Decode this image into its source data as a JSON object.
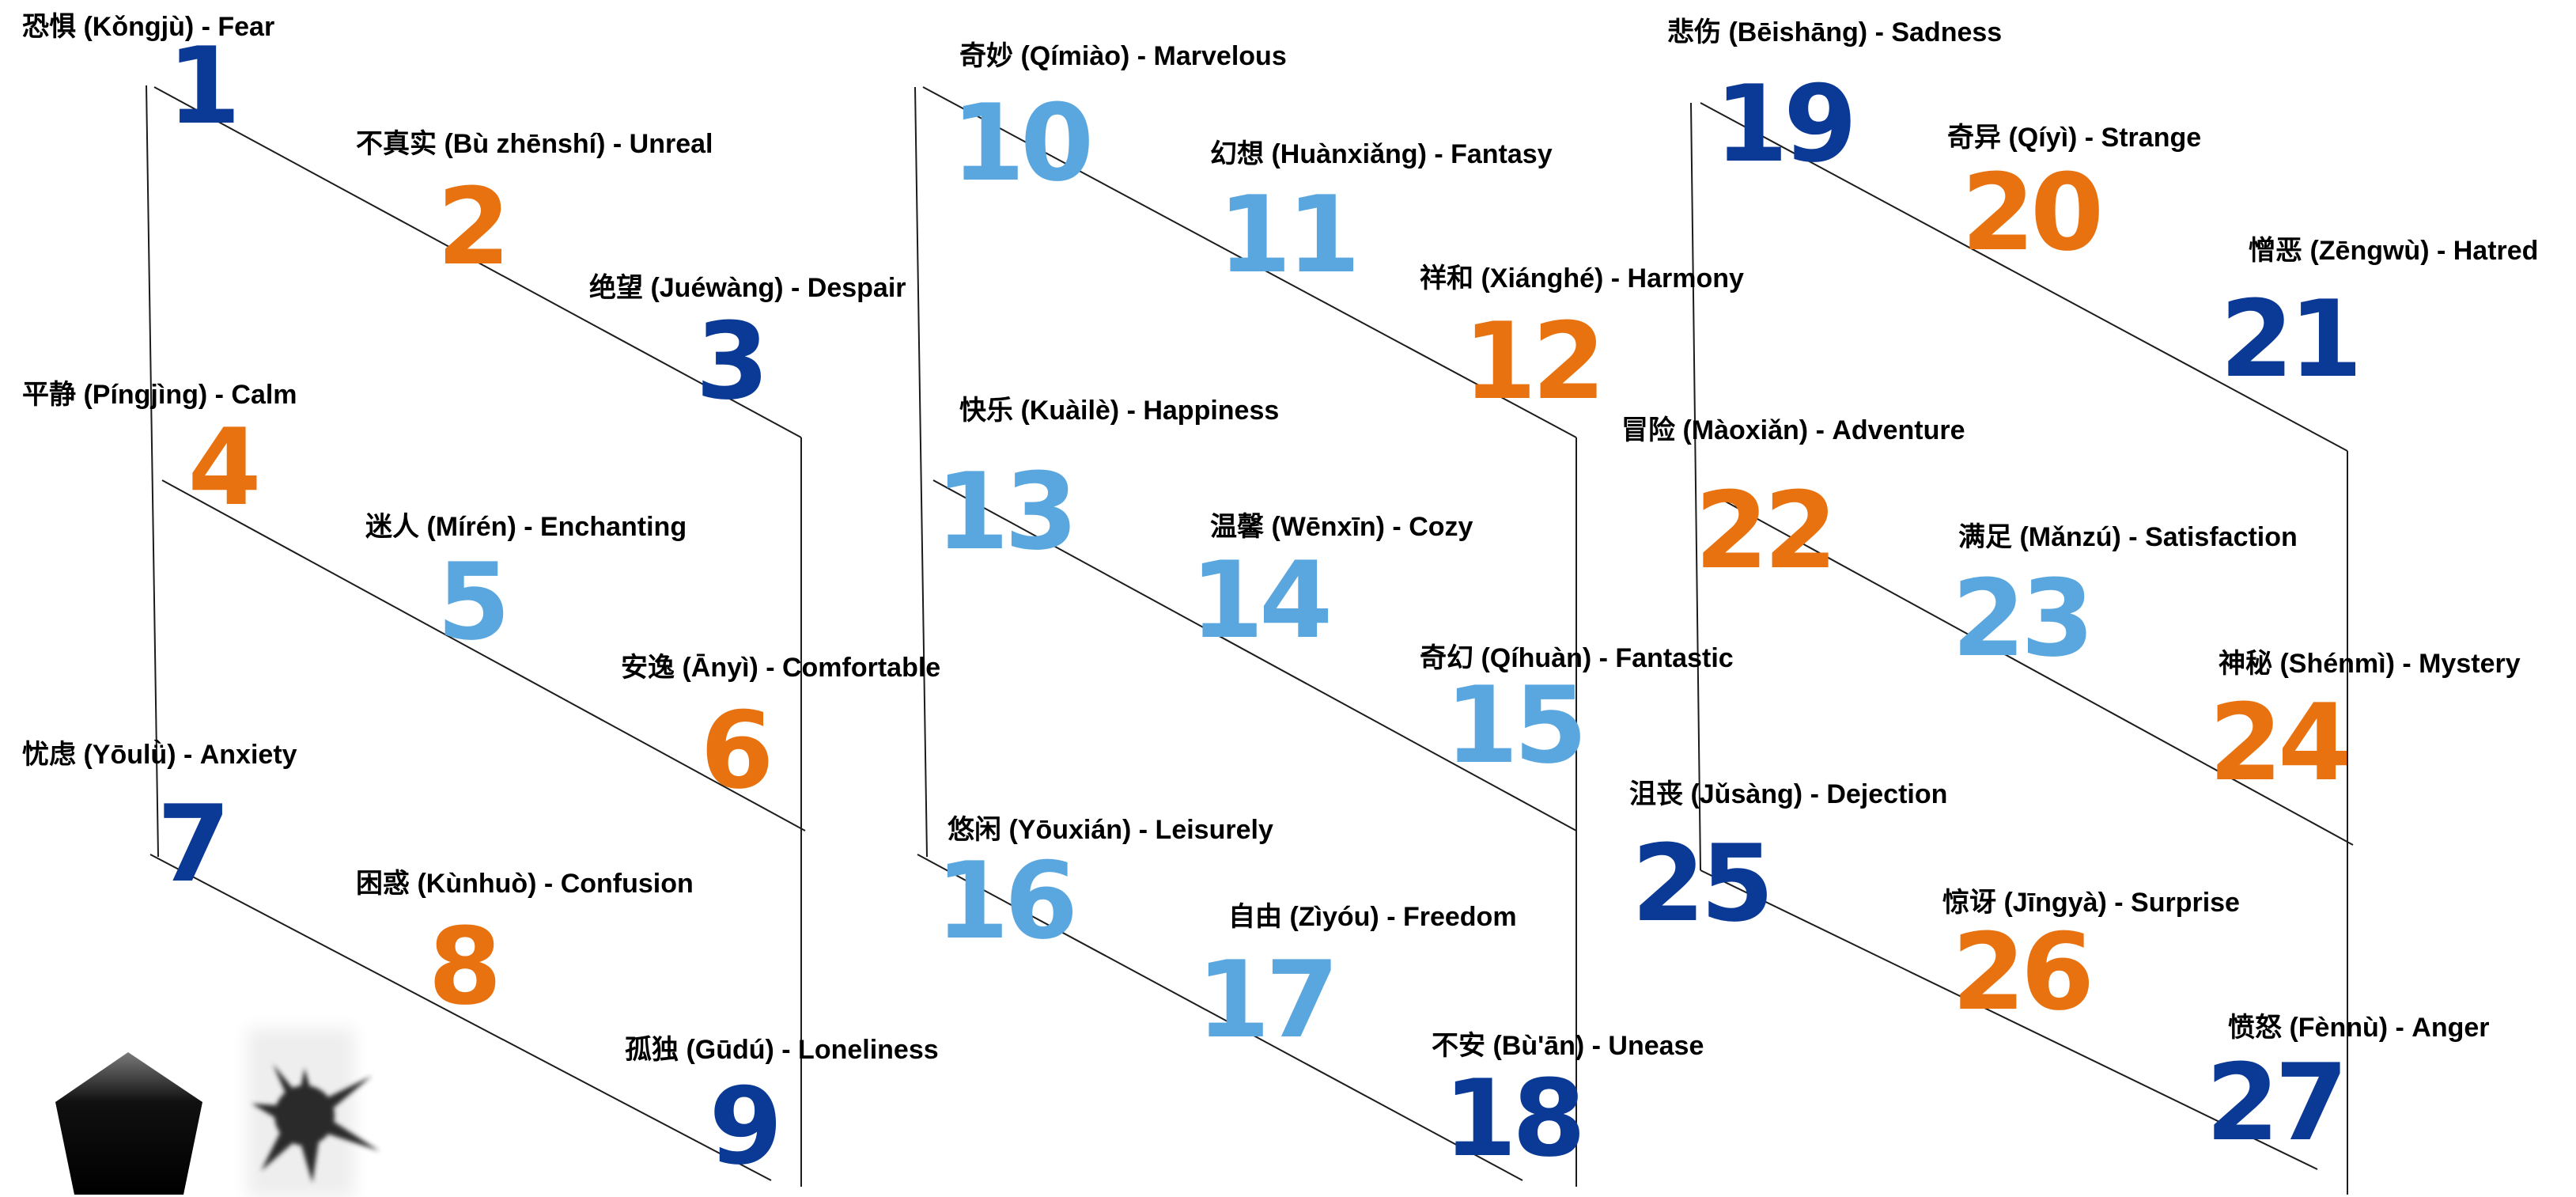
{
  "colors": {
    "dark_blue": "#0a3a96",
    "orange": "#e8720f",
    "light_blue": "#5aa7df",
    "line": "#1c1c1c",
    "label": "#000000"
  },
  "panels": [
    {
      "cells": [
        {
          "number": "1",
          "label": "恐惧 (Kǒngjù) - Fear",
          "color": "dark_blue"
        },
        {
          "number": "2",
          "label": "不真实 (Bù zhēnshí) - Unreal",
          "color": "orange"
        },
        {
          "number": "3",
          "label": "绝望 (Juéwàng) - Despair",
          "color": "dark_blue"
        },
        {
          "number": "4",
          "label": "平静 (Píngjìng) - Calm",
          "color": "orange"
        },
        {
          "number": "5",
          "label": "迷人 (Mírén) - Enchanting",
          "color": "light_blue"
        },
        {
          "number": "6",
          "label": "安逸 (Ānyì) - Comfortable",
          "color": "orange"
        },
        {
          "number": "7",
          "label": "忧虑 (Yōulǜ) - Anxiety",
          "color": "dark_blue"
        },
        {
          "number": "8",
          "label": "困惑 (Kùnhuò) - Confusion",
          "color": "orange"
        },
        {
          "number": "9",
          "label": "孤独 (Gūdú) - Loneliness",
          "color": "dark_blue"
        }
      ]
    },
    {
      "cells": [
        {
          "number": "10",
          "label": "奇妙 (Qímiào) - Marvelous",
          "color": "light_blue"
        },
        {
          "number": "11",
          "label": "幻想 (Huànxiǎng) - Fantasy",
          "color": "light_blue"
        },
        {
          "number": "12",
          "label": "祥和 (Xiánghé) - Harmony",
          "color": "orange"
        },
        {
          "number": "13",
          "label": "快乐 (Kuàilè) - Happiness",
          "color": "light_blue"
        },
        {
          "number": "14",
          "label": "温馨 (Wēnxīn) - Cozy",
          "color": "light_blue"
        },
        {
          "number": "15",
          "label": "奇幻 (Qíhuàn) - Fantastic",
          "color": "light_blue"
        },
        {
          "number": "16",
          "label": "悠闲 (Yōuxián) - Leisurely",
          "color": "light_blue"
        },
        {
          "number": "17",
          "label": "自由 (Zìyóu) - Freedom",
          "color": "light_blue"
        },
        {
          "number": "18",
          "label": "不安 (Bù'ān) - Unease",
          "color": "dark_blue"
        }
      ]
    },
    {
      "cells": [
        {
          "number": "19",
          "label": "悲伤 (Bēishāng) - Sadness",
          "color": "dark_blue"
        },
        {
          "number": "20",
          "label": "奇异 (Qíyì) - Strange",
          "color": "orange"
        },
        {
          "number": "21",
          "label": "憎恶 (Zēngwù) - Hatred",
          "color": "dark_blue"
        },
        {
          "number": "22",
          "label": "冒险 (Màoxiǎn) - Adventure",
          "color": "orange"
        },
        {
          "number": "23",
          "label": "满足 (Mǎnzú) - Satisfaction",
          "color": "light_blue"
        },
        {
          "number": "24",
          "label": "神秘 (Shénmì) - Mystery",
          "color": "orange"
        },
        {
          "number": "25",
          "label": "沮丧 (Jǔsàng) - Dejection",
          "color": "dark_blue"
        },
        {
          "number": "26",
          "label": "惊讶 (Jīngyà) - Surprise",
          "color": "orange"
        },
        {
          "number": "27",
          "label": "愤怒 (Fènnù) - Anger",
          "color": "dark_blue"
        }
      ]
    }
  ],
  "icons": [
    {
      "name": "black-pentagon-icon"
    },
    {
      "name": "ink-splatter-icon"
    }
  ]
}
